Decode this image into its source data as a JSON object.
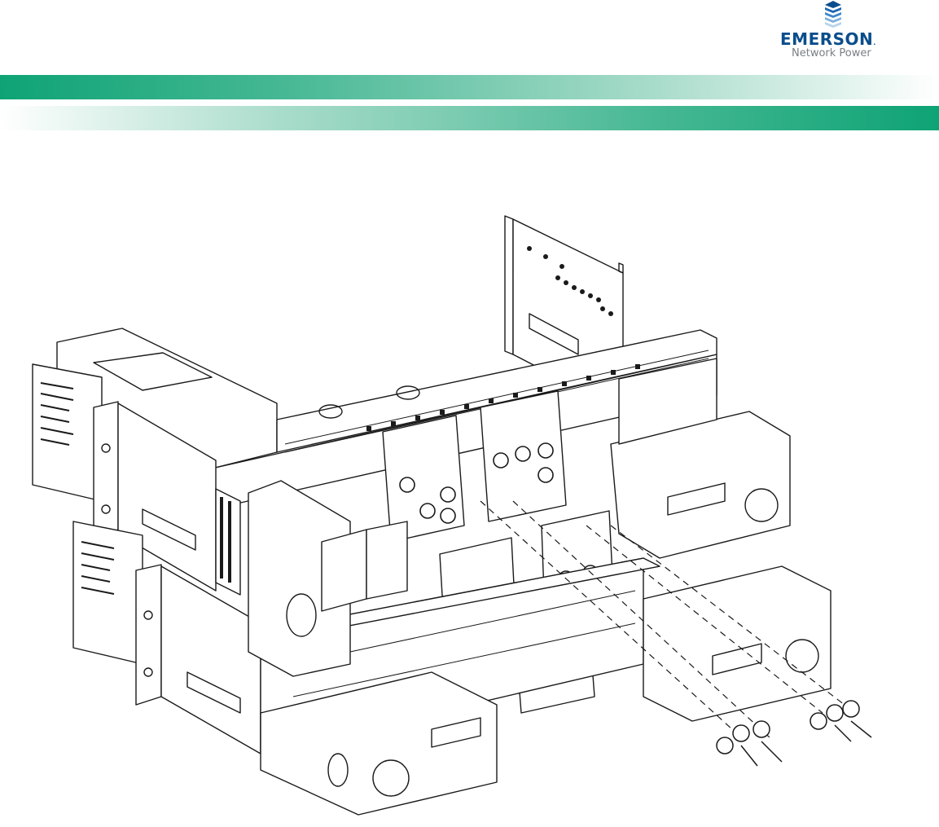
{
  "header": {
    "brand": "EMERSON",
    "brand_suffix": ".",
    "tagline": "Network Power",
    "logo_icon": "emerson-globe-icon",
    "colors": {
      "brand_blue": "#0a4d8c",
      "tagline_gray": "#7a7f84",
      "band_green": "#0ea375",
      "band_light": "#a9dccb"
    }
  },
  "diagram": {
    "icon": "distribution-panel-exploded-view"
  }
}
